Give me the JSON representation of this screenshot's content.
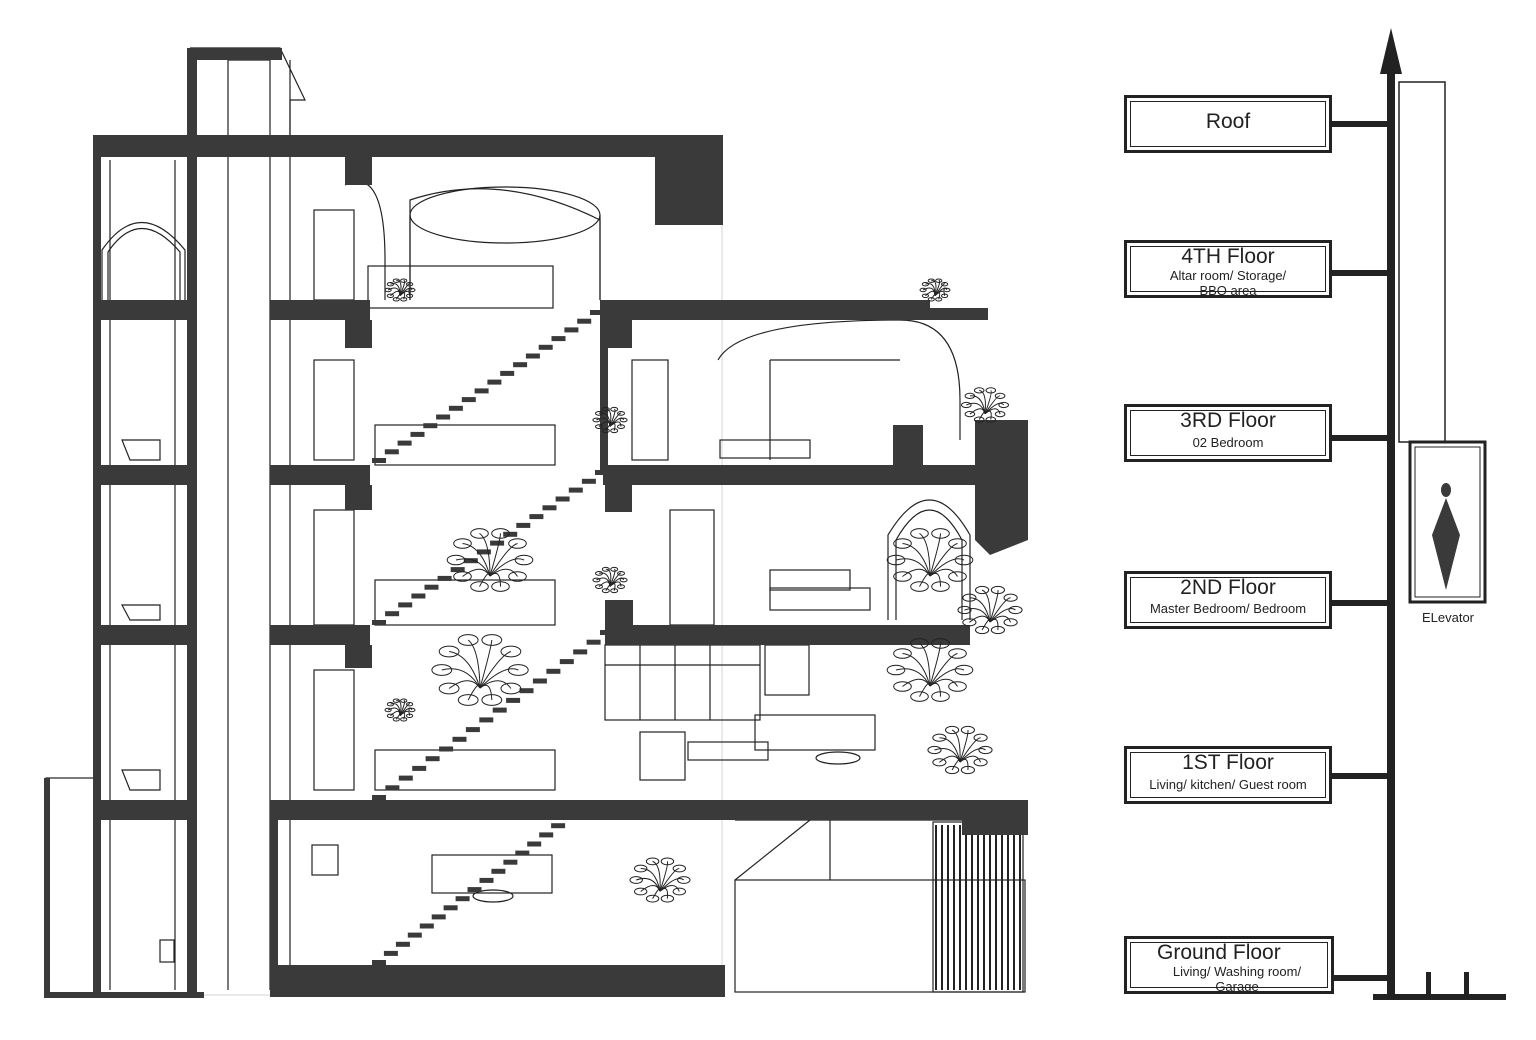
{
  "diagram": {
    "floors": [
      {
        "id": "roof",
        "title": "Roof",
        "subtitle": ""
      },
      {
        "id": "4th",
        "title": "4TH Floor",
        "subtitle": "Altar room/ Storage/ BBQ area"
      },
      {
        "id": "3rd",
        "title": "3RD Floor",
        "subtitle": "02 Bedroom"
      },
      {
        "id": "2nd",
        "title": "2ND Floor",
        "subtitle": "Master Bedroom/ Bedroom"
      },
      {
        "id": "1st",
        "title": "1ST Floor",
        "subtitle": "Living/ kitchen/ Guest room"
      },
      {
        "id": "ground",
        "title": "Ground Floor",
        "subtitle": "Living/ Washing room/ Garage"
      }
    ],
    "elevator_label": "ELevator",
    "colors": {
      "structure": "#3a3a3a",
      "line": "#222222",
      "background": "#ffffff"
    }
  }
}
